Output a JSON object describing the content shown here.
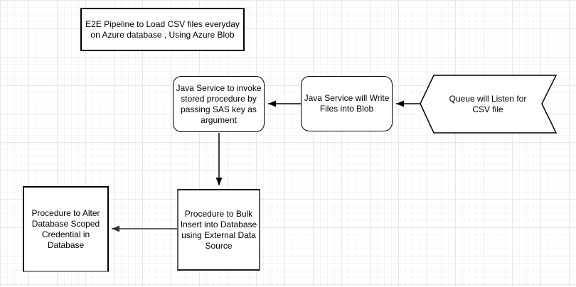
{
  "diagram": {
    "type": "flowchart",
    "nodes": {
      "title": {
        "text": "E2E Pipeline to Load CSV files everyday\non Azure database , Using Azure Blob",
        "shape": "rectangle"
      },
      "invoke_procedure": {
        "text": "Java Service to invoke\nstored procedure by\npassing SAS key as\nargument",
        "shape": "rounded-rectangle"
      },
      "write_blob": {
        "text": "Java Service will Write\nFiles into Blob",
        "shape": "rounded-rectangle"
      },
      "queue_listener": {
        "text": "Queue will Listen for\nCSV file",
        "shape": "left-chevron-step"
      },
      "alter_credential": {
        "text": "Procedure to Alter\nDatabase Scoped\nCredential in\nDatabase",
        "shape": "rectangle"
      },
      "bulk_insert": {
        "text": "Procedure to Bulk\nInsert into Database\nusing External Data\nSource",
        "shape": "rectangle"
      }
    },
    "connectors": [
      {
        "from": "queue_listener",
        "to": "write_blob",
        "direction": "left",
        "color": "#000000"
      },
      {
        "from": "write_blob",
        "to": "invoke_procedure",
        "direction": "left",
        "color": "#000000"
      },
      {
        "from": "invoke_procedure",
        "to": "bulk_insert",
        "direction": "down",
        "color": "#000000"
      },
      {
        "from": "bulk_insert",
        "to": "alter_credential",
        "direction": "left",
        "color": "#616161"
      }
    ],
    "colors": {
      "background": "#ffffff",
      "shape_fill": "#ffffff",
      "shape_stroke": "#000000",
      "gray_connector": "#616161",
      "grid_minor": "#f6f6f6",
      "grid_major": "#e7e7e7",
      "text": "#000000"
    }
  }
}
